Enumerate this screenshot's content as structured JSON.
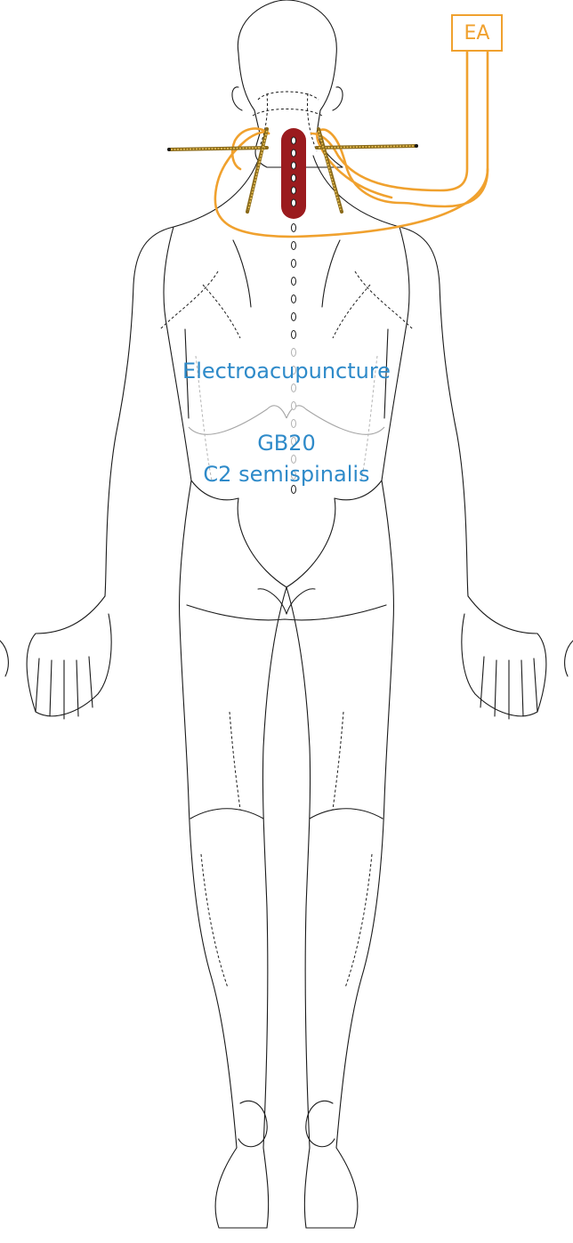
{
  "labels": {
    "device": "EA",
    "method": "Electroacupuncture",
    "point": "GB20",
    "muscle": "C2 semispinalis"
  },
  "colors": {
    "wire": "#f0a12e",
    "muscle_highlight": "#9b1b1e",
    "label_text": "#2e8ac9",
    "outline": "#1a1a1a"
  },
  "icons": [
    "needle-icon"
  ]
}
